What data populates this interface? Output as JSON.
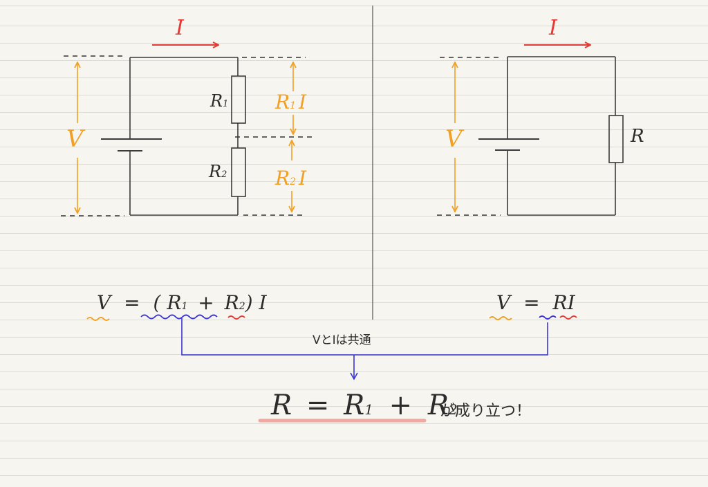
{
  "left_circuit": {
    "current": "I",
    "voltage": "V",
    "r1": "R",
    "r1_sub": "1",
    "r2": "R",
    "r2_sub": "2",
    "drop1": "R",
    "drop1_sub": "1",
    "drop1_i": "I",
    "drop2": "R",
    "drop2_sub": "2",
    "drop2_i": "I"
  },
  "right_circuit": {
    "current": "I",
    "voltage": "V",
    "r": "R"
  },
  "equations": {
    "left": {
      "v": "V",
      "eq": "=",
      "open": "(",
      "r1": "R",
      "r1_sub": "1",
      "plus": "+",
      "r2": "R",
      "r2_sub": "2",
      "close": ")",
      "i": "I"
    },
    "right": {
      "v": "V",
      "eq": "=",
      "r": "R",
      "i": "I"
    }
  },
  "connector_label": "VとIは共通",
  "result": {
    "r": "R",
    "eq": "=",
    "r1": "R",
    "r1_sub": "1",
    "plus": "+",
    "r2": "R",
    "r2_sub": "2",
    "suffix": "が成り立つ！"
  },
  "colors": {
    "ink": "#2b2b2b",
    "orange": "#f2a024",
    "red": "#e53935",
    "blue": "#3a33d6",
    "highlight": "#f0a8a0"
  }
}
